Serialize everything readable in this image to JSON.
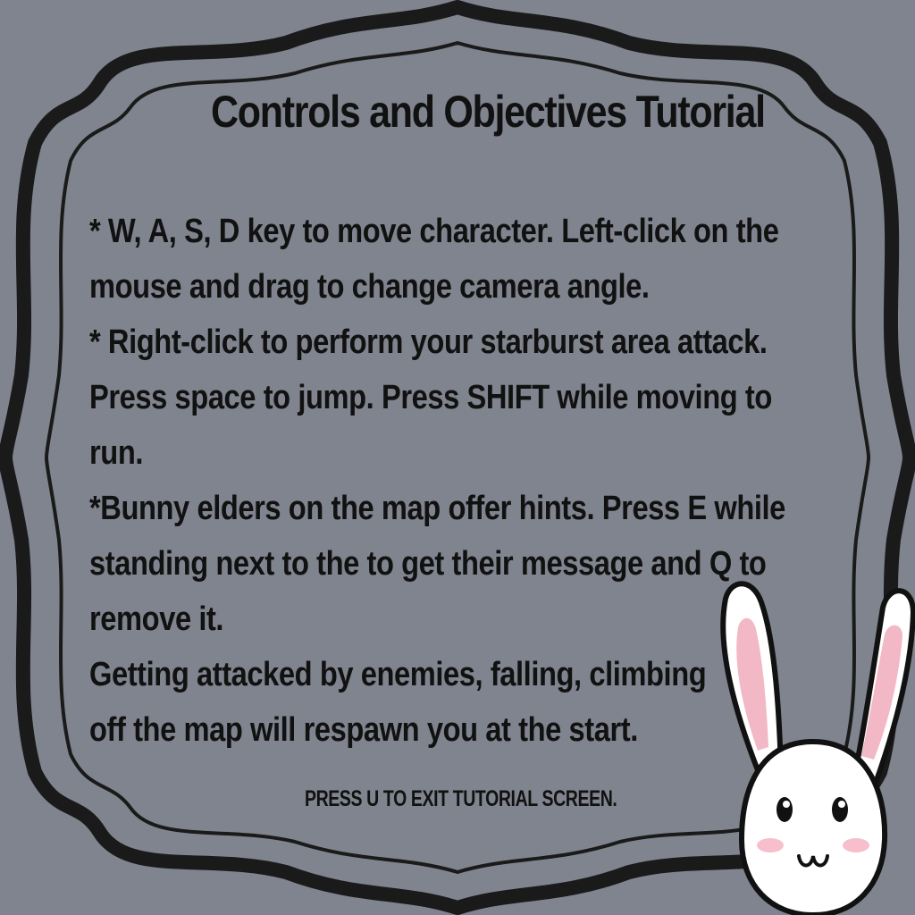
{
  "tutorial": {
    "title": "Controls and Objectives Tutorial",
    "lines": [
      "* W, A, S, D key to move character. Left-click on the",
      "mouse and drag to change camera angle.",
      "* Right-click to perform your starburst area attack.",
      "Press space to jump. Press SHIFT while moving to",
      "run.",
      "*Bunny elders on the map offer hints. Press E while",
      "standing next to the to get their message and Q to",
      "remove it.",
      "Getting attacked by enemies, falling, climbing",
      "off the map will respawn you at the start."
    ],
    "exit_hint": "PRESS U TO EXIT TUTORIAL SCREEN."
  },
  "icons": {
    "frame": "ornate-frame-border",
    "mascot": "bunny-mascot-icon"
  },
  "colors": {
    "background": "#7f848e",
    "frame_stroke": "#1a1a1a",
    "text": "#111111",
    "bunny_ear_inner": "#f2b8c6",
    "bunny_cheek": "#f6bfcb"
  }
}
